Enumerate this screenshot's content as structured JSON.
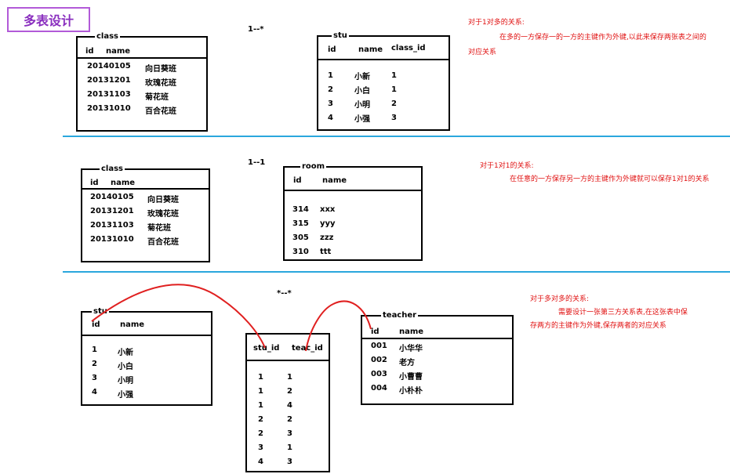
{
  "title": "多表设计",
  "section1": {
    "relation_label": "1--*",
    "class_table": {
      "name": "class",
      "headers": [
        "id",
        "name"
      ],
      "rows": [
        [
          "20140105",
          "向日葵班"
        ],
        [
          "20131201",
          "玫瑰花班"
        ],
        [
          "20131103",
          "菊花班"
        ],
        [
          "20131010",
          "百合花班"
        ]
      ]
    },
    "stu_table": {
      "name": "stu",
      "headers": [
        "id",
        "name",
        "class_id"
      ],
      "rows": [
        [
          "1",
          "小新",
          "1"
        ],
        [
          "2",
          "小白",
          "1"
        ],
        [
          "3",
          "小明",
          "2"
        ],
        [
          "4",
          "小强",
          "3"
        ]
      ]
    },
    "note": [
      "对于1对多的关系:",
      "在多的一方保存一的一方的主键作为外键,以此来保存两张表之间的",
      "对应关系"
    ]
  },
  "section2": {
    "relation_label": "1--1",
    "class_table": {
      "name": "class",
      "headers": [
        "id",
        "name"
      ],
      "rows": [
        [
          "20140105",
          "向日葵班"
        ],
        [
          "20131201",
          "玫瑰花班"
        ],
        [
          "20131103",
          "菊花班"
        ],
        [
          "20131010",
          "百合花班"
        ]
      ]
    },
    "room_table": {
      "name": "room",
      "headers": [
        "id",
        "name"
      ],
      "rows": [
        [
          "314",
          "xxx"
        ],
        [
          "315",
          "yyy"
        ],
        [
          "305",
          "zzz"
        ],
        [
          "310",
          "ttt"
        ]
      ]
    },
    "note": [
      "对于1对1的关系:",
      "在任意的一方保存另一方的主键作为外键就可以保存1对1的关系"
    ]
  },
  "section3": {
    "relation_label": "*--*",
    "stu_table": {
      "name": "stu",
      "headers": [
        "id",
        "name"
      ],
      "rows": [
        [
          "1",
          "小新"
        ],
        [
          "2",
          "小白"
        ],
        [
          "3",
          "小明"
        ],
        [
          "4",
          "小强"
        ]
      ]
    },
    "link_table": {
      "headers": [
        "stu_id",
        "teac_id"
      ],
      "rows": [
        [
          "1",
          "1"
        ],
        [
          "1",
          "2"
        ],
        [
          "1",
          "4"
        ],
        [
          "2",
          "2"
        ],
        [
          "2",
          "3"
        ],
        [
          "3",
          "1"
        ],
        [
          "4",
          "3"
        ]
      ]
    },
    "teacher_table": {
      "name": "teacher",
      "headers": [
        "id",
        "name"
      ],
      "rows": [
        [
          "001",
          "小华华"
        ],
        [
          "002",
          "老方"
        ],
        [
          "003",
          "小曹曹"
        ],
        [
          "004",
          "小朴朴"
        ]
      ]
    },
    "note": [
      "对于多对多的关系:",
      "需要设计一张第三方关系表,在这张表中保",
      "存两方的主键作为外键,保存两者的对应关系"
    ]
  },
  "colors": {
    "separator": "#2aa7dd",
    "note_text": "#e01010",
    "curve": "#e02020",
    "title_border": "#b25ad8"
  }
}
